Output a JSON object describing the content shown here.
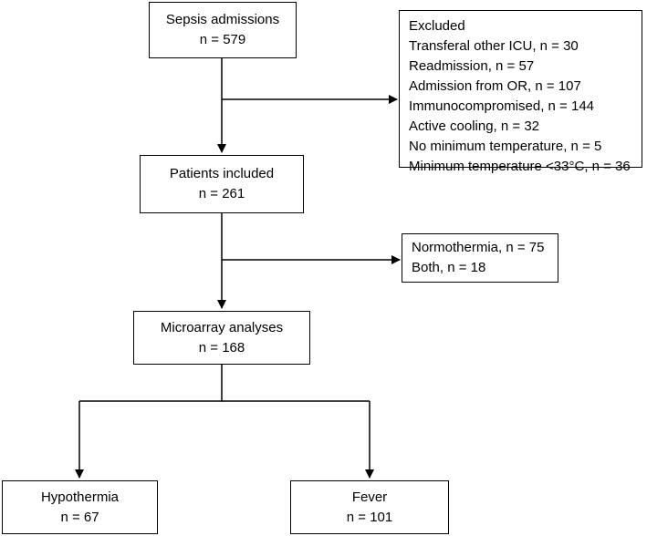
{
  "flowchart": {
    "sepsis": {
      "title": "Sepsis admissions",
      "count": "n = 579"
    },
    "excluded": {
      "title": "Excluded",
      "items": [
        "Transferal other ICU, n = 30",
        "Readmission, n = 57",
        "Admission from OR, n = 107",
        "Immunocompromised, n = 144",
        "Active cooling, n = 32",
        "No minimum temperature, n = 5",
        "Minimum temperature <33°C, n = 36"
      ]
    },
    "included": {
      "title": "Patients included",
      "count": "n = 261"
    },
    "not_analysed": {
      "items": [
        "Normothermia, n = 75",
        "Both, n = 18"
      ]
    },
    "microarray": {
      "title": "Microarray analyses",
      "count": "n = 168"
    },
    "hypothermia": {
      "title": "Hypothermia",
      "count": "n = 67"
    },
    "fever": {
      "title": "Fever",
      "count": "n = 101"
    }
  }
}
